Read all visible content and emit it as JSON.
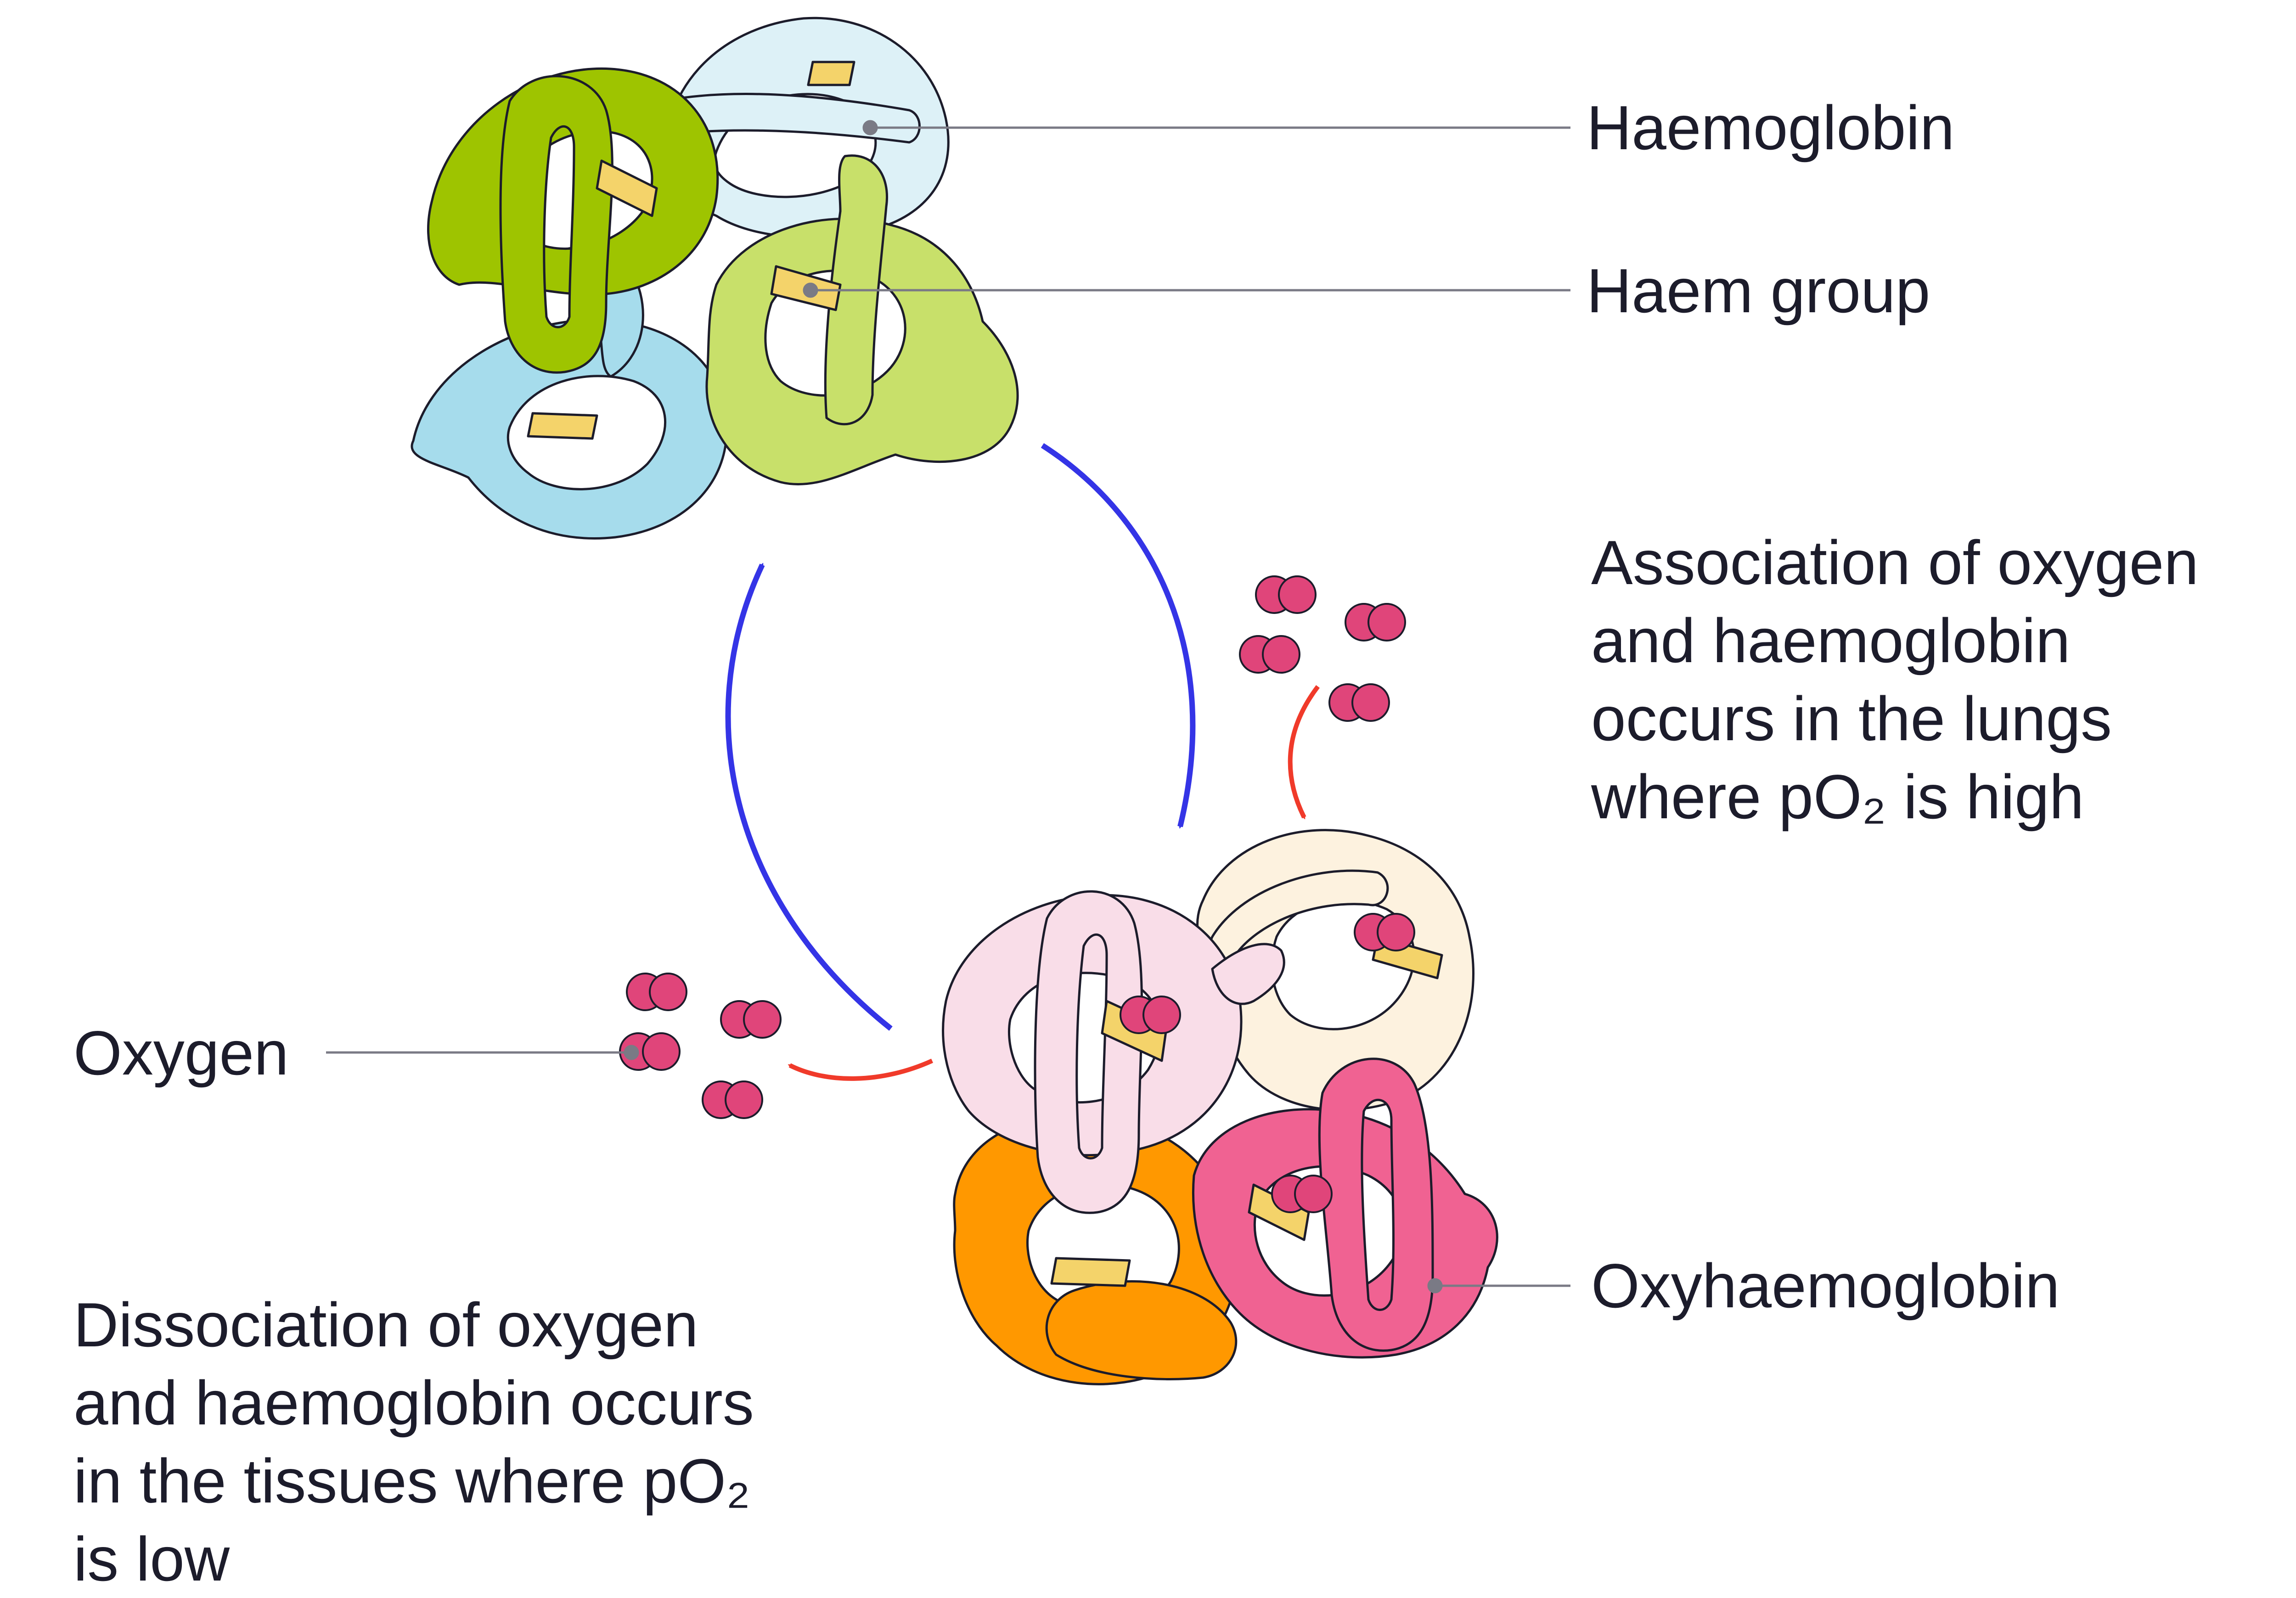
{
  "labels": {
    "haemoglobin": "Haemoglobin",
    "haem_group": "Haem group",
    "oxygen": "Oxygen",
    "oxyhaemoglobin": "Oxyhaemoglobin"
  },
  "association_text": [
    "Association of oxygen",
    "and haemoglobin",
    "occurs in the lungs",
    "where pO₂ is high"
  ],
  "dissociation_text": [
    "Dissociation of oxygen",
    "and haemoglobin occurs",
    "in the tissues where pO₂",
    "is low"
  ],
  "colors": {
    "text": "#1c1c2b",
    "leader_line": "#7a7a85",
    "blue_arrow": "#3434e6",
    "red_arrow": "#f03a2a",
    "oxygen": "#e0457a",
    "haem": "#f4d36a",
    "hb_dark_green": "#9ec400",
    "hb_light_green": "#c8e06a",
    "hb_light_blue": "#a6dcec",
    "hb_pale_blue": "#ddf1f7",
    "oxy_pink": "#f06292",
    "oxy_pale_pink": "#f9dde8",
    "oxy_cream": "#fdf2df",
    "oxy_orange": "#ff9800"
  }
}
